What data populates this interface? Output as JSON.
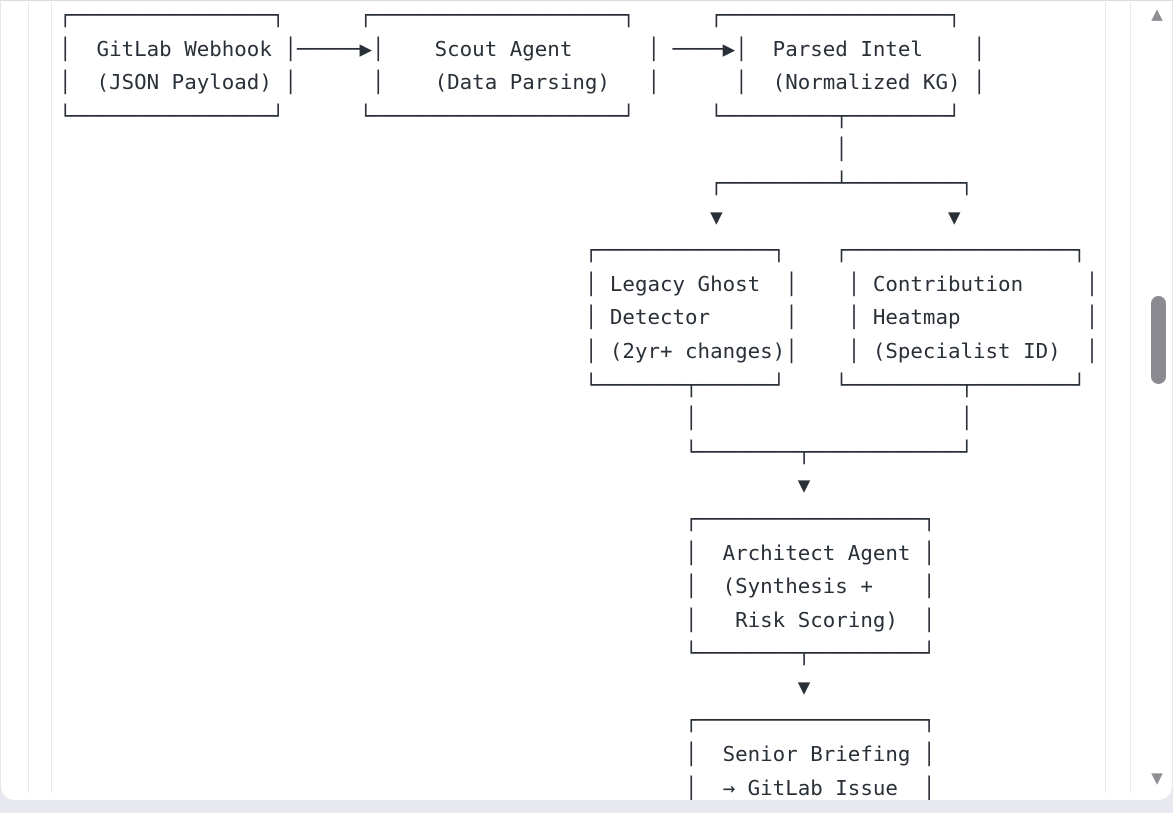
{
  "colors": {
    "ink": "#2A3038",
    "page_background": "#E8E8F0",
    "surface": "#FFFFFF",
    "hairline": "#E9E9ED",
    "scrollbar_gray": "#8A8A90"
  },
  "diagram": {
    "nodes": [
      {
        "id": "gitlab-webhook",
        "label": "GitLab Webhook",
        "sublabel": "(JSON Payload)"
      },
      {
        "id": "scout-agent",
        "label": "Scout Agent",
        "sublabel": "(Data Parsing)"
      },
      {
        "id": "parsed-intel",
        "label": "Parsed Intel",
        "sublabel": "(Normalized KG)"
      },
      {
        "id": "legacy-ghost-detector",
        "label": "Legacy Ghost Detector",
        "sublabel": "(2yr+ changes)"
      },
      {
        "id": "contribution-heatmap",
        "label": "Contribution Heatmap",
        "sublabel": "(Specialist ID)"
      },
      {
        "id": "architect-agent",
        "label": "Architect Agent",
        "sublabel": "(Synthesis + Risk Scoring)"
      },
      {
        "id": "senior-briefing",
        "label": "Senior Briefing",
        "sublabel": "→ GitLab Issue"
      }
    ],
    "edges": [
      "gitlab-webhook → scout-agent",
      "scout-agent → parsed-intel",
      "parsed-intel → legacy-ghost-detector",
      "parsed-intel → contribution-heatmap",
      "legacy-ghost-detector → architect-agent",
      "contribution-heatmap → architect-agent",
      "architect-agent → senior-briefing"
    ],
    "lines": [
      "┌────────────────┐      ┌────────────────────┐      ┌──────────────────┐",
      "│  GitLab Webhook │─────▶│    Scout Agent      │ ────▶│  Parsed Intel    │",
      "│  (JSON Payload) │      │    (Data Parsing)   │      │  (Normalized KG) │",
      "└────────────────┘      └────────────────────┘      └─────────┬────────┘",
      "                                                              │",
      "                                                    ┌─────────┴─────────┐",
      "                                                    ▼                  ▼",
      "                                          ┌──────────────┐    ┌──────────────────┐",
      "                                          │ Legacy Ghost  │    │ Contribution     │",
      "                                          │ Detector      │    │ Heatmap          │",
      "                                          │ (2yr+ changes)│    │ (Specialist ID)  │",
      "                                          └───────┬──────┘    └─────────┬────────┘",
      "                                                  │                     │",
      "                                                  └────────┬────────────┘",
      "                                                           ▼",
      "                                                  ┌──────────────────┐",
      "                                                  │  Architect Agent │",
      "                                                  │  (Synthesis +    │",
      "                                                  │   Risk Scoring)  │",
      "                                                  └────────┬─────────┘",
      "                                                           ▼",
      "                                                  ┌──────────────────┐",
      "                                                  │  Senior Briefing │",
      "                                                  │  → GitLab Issue  │"
    ]
  },
  "scrollbar": {
    "up_glyph": "▲",
    "down_glyph": "▼"
  }
}
